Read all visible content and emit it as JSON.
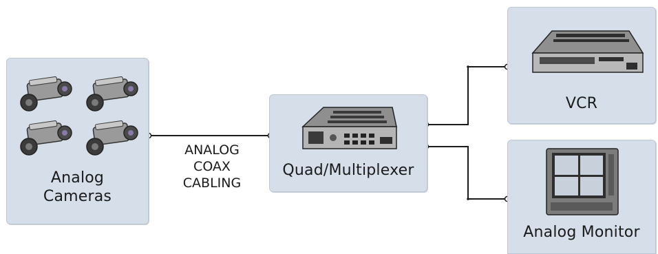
{
  "nodes": {
    "cameras": {
      "label_line1": "Analog",
      "label_line2": "Cameras",
      "icon": "analog-camera-icon"
    },
    "mux": {
      "label": "Quad/Multiplexer",
      "icon": "multiplexer-device-icon"
    },
    "vcr": {
      "label": "VCR",
      "icon": "vcr-icon"
    },
    "monitor": {
      "label": "Analog Monitor",
      "icon": "crt-monitor-icon"
    }
  },
  "connection": {
    "line1": "ANALOG",
    "line2": "COAX",
    "line3": "CABLING"
  },
  "colors": {
    "box_fill": "#d6dee9",
    "box_border": "#bcc7d6",
    "wire": "#1a1a1a"
  }
}
